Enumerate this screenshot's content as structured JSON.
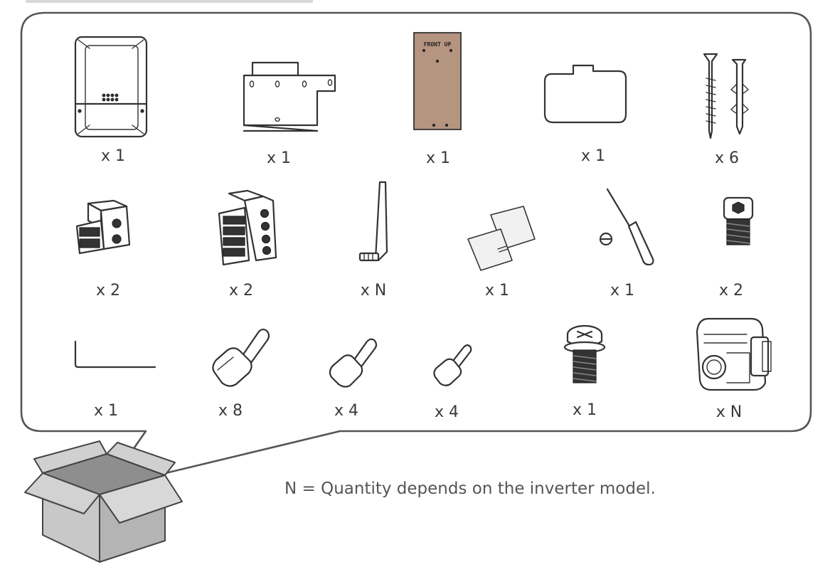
{
  "items": [
    {
      "id": "inverter",
      "quantity": "x 1",
      "icon": "inverter-icon"
    },
    {
      "id": "mounting-bracket",
      "quantity": "x 1",
      "icon": "mounting-bracket-icon"
    },
    {
      "id": "drilling-template",
      "quantity": "x 1",
      "icon": "drilling-template-icon",
      "label_lines": [
        "FRONT",
        "UP"
      ]
    },
    {
      "id": "cover",
      "quantity": "x 1",
      "icon": "cover-icon"
    },
    {
      "id": "expansion-bolt",
      "quantity": "x 6",
      "icon": "expansion-bolt-icon"
    },
    {
      "id": "two-pin-terminal",
      "quantity": "x 2",
      "icon": "two-pin-terminal-icon"
    },
    {
      "id": "four-pin-terminal",
      "quantity": "x 2",
      "icon": "four-pin-terminal-icon"
    },
    {
      "id": "antenna",
      "quantity": "x N",
      "icon": "antenna-icon"
    },
    {
      "id": "documents",
      "quantity": "x 1",
      "icon": "documents-icon"
    },
    {
      "id": "screwdriver",
      "quantity": "x 1",
      "icon": "screwdriver-icon"
    },
    {
      "id": "hex-socket-screw",
      "quantity": "x 2",
      "icon": "hex-socket-screw-icon"
    },
    {
      "id": "allen-key",
      "quantity": "x 1",
      "icon": "allen-key-icon"
    },
    {
      "id": "large-pin-terminal",
      "quantity": "x 8",
      "icon": "pin-terminal-icon"
    },
    {
      "id": "medium-pin-terminal",
      "quantity": "x 4",
      "icon": "pin-terminal-icon"
    },
    {
      "id": "small-pin-terminal",
      "quantity": "x 4",
      "icon": "pin-terminal-icon"
    },
    {
      "id": "phillips-screw",
      "quantity": "x 1",
      "icon": "phillips-screw-icon"
    },
    {
      "id": "connector",
      "quantity": "x N",
      "icon": "connector-icon"
    }
  ],
  "note": "N = Quantity depends on the inverter model.",
  "colors": {
    "line": "#333333",
    "frame": "#555555",
    "template_fill": "#b59480",
    "box_fill": "#c8c8c8",
    "box_shade": "#a8a8a8",
    "text": "#3a3a3a"
  }
}
